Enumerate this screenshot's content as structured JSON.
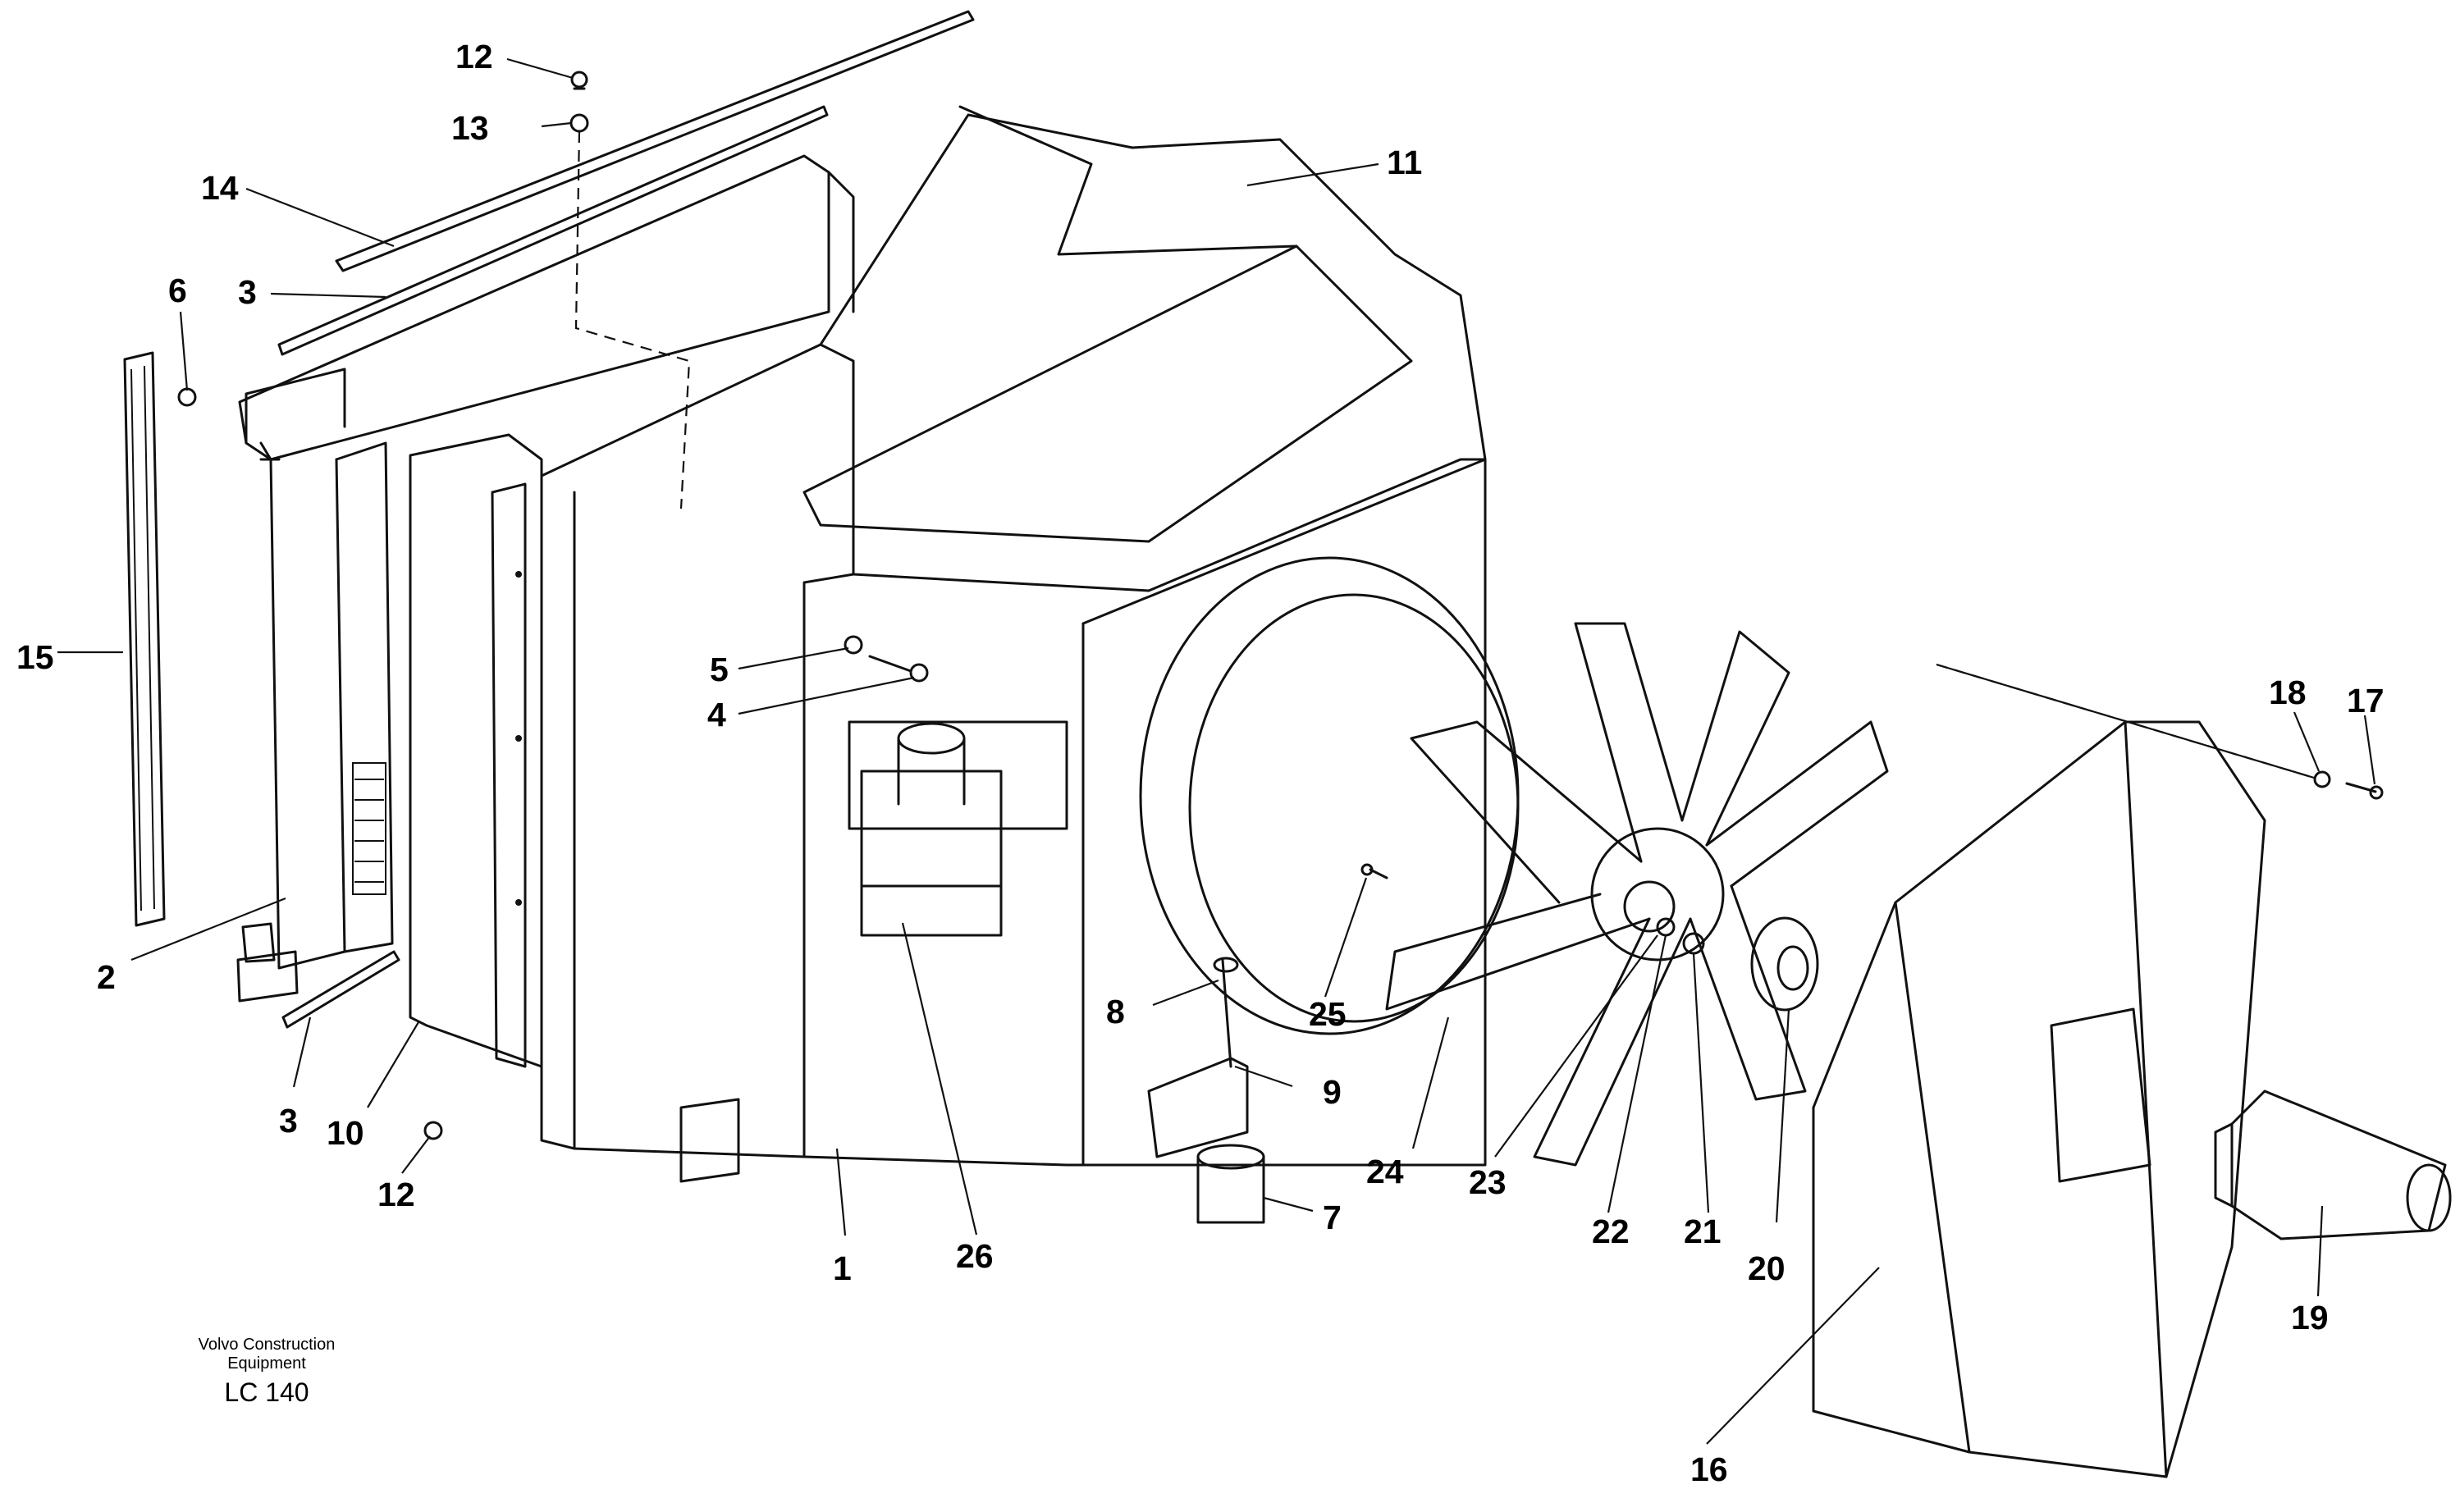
{
  "diagram": {
    "callouts": [
      {
        "id": "c1",
        "text": "1"
      },
      {
        "id": "c2",
        "text": "2"
      },
      {
        "id": "c3a",
        "text": "3"
      },
      {
        "id": "c3b",
        "text": "3"
      },
      {
        "id": "c4",
        "text": "4"
      },
      {
        "id": "c5",
        "text": "5"
      },
      {
        "id": "c6",
        "text": "6"
      },
      {
        "id": "c7",
        "text": "7"
      },
      {
        "id": "c8",
        "text": "8"
      },
      {
        "id": "c9",
        "text": "9"
      },
      {
        "id": "c10",
        "text": "10"
      },
      {
        "id": "c11",
        "text": "11"
      },
      {
        "id": "c12a",
        "text": "12"
      },
      {
        "id": "c12b",
        "text": "12"
      },
      {
        "id": "c13",
        "text": "13"
      },
      {
        "id": "c14",
        "text": "14"
      },
      {
        "id": "c15",
        "text": "15"
      },
      {
        "id": "c16",
        "text": "16"
      },
      {
        "id": "c17",
        "text": "17"
      },
      {
        "id": "c18",
        "text": "18"
      },
      {
        "id": "c19",
        "text": "19"
      },
      {
        "id": "c20",
        "text": "20"
      },
      {
        "id": "c21",
        "text": "21"
      },
      {
        "id": "c22",
        "text": "22"
      },
      {
        "id": "c23",
        "text": "23"
      },
      {
        "id": "c24",
        "text": "24"
      },
      {
        "id": "c25",
        "text": "25"
      },
      {
        "id": "c26",
        "text": "26"
      }
    ],
    "caption": {
      "line1": "Volvo Construction",
      "line2": "Equipment",
      "model": "LC 140"
    }
  }
}
